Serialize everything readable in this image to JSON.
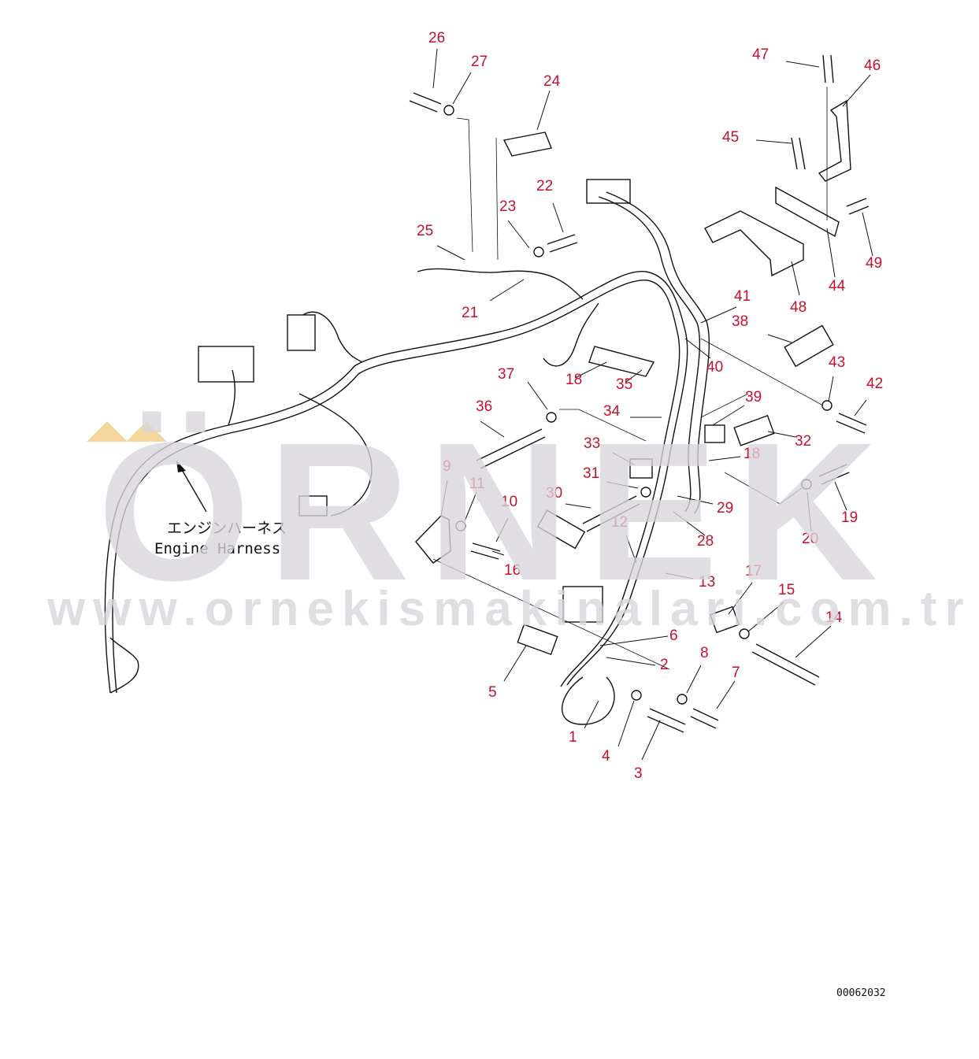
{
  "diagram": {
    "label_jp": "エンジンハーネス",
    "label_en": "Engine Harness",
    "doc_number": "00062032",
    "callout_color": "#c8102e",
    "callouts": [
      "1",
      "2",
      "3",
      "4",
      "5",
      "6",
      "7",
      "8",
      "9",
      "10",
      "11",
      "12",
      "13",
      "14",
      "15",
      "16",
      "17",
      "18",
      "18",
      "19",
      "20",
      "21",
      "22",
      "23",
      "24",
      "25",
      "26",
      "27",
      "28",
      "29",
      "30",
      "31",
      "32",
      "33",
      "34",
      "35",
      "36",
      "37",
      "38",
      "39",
      "40",
      "41",
      "42",
      "43",
      "44",
      "45",
      "46",
      "47",
      "48",
      "49"
    ]
  },
  "watermark": {
    "logo_text": "ÖRNEK",
    "url": "www.ornekismakinalari.com.tr",
    "accent_color": "#f4d79c"
  }
}
